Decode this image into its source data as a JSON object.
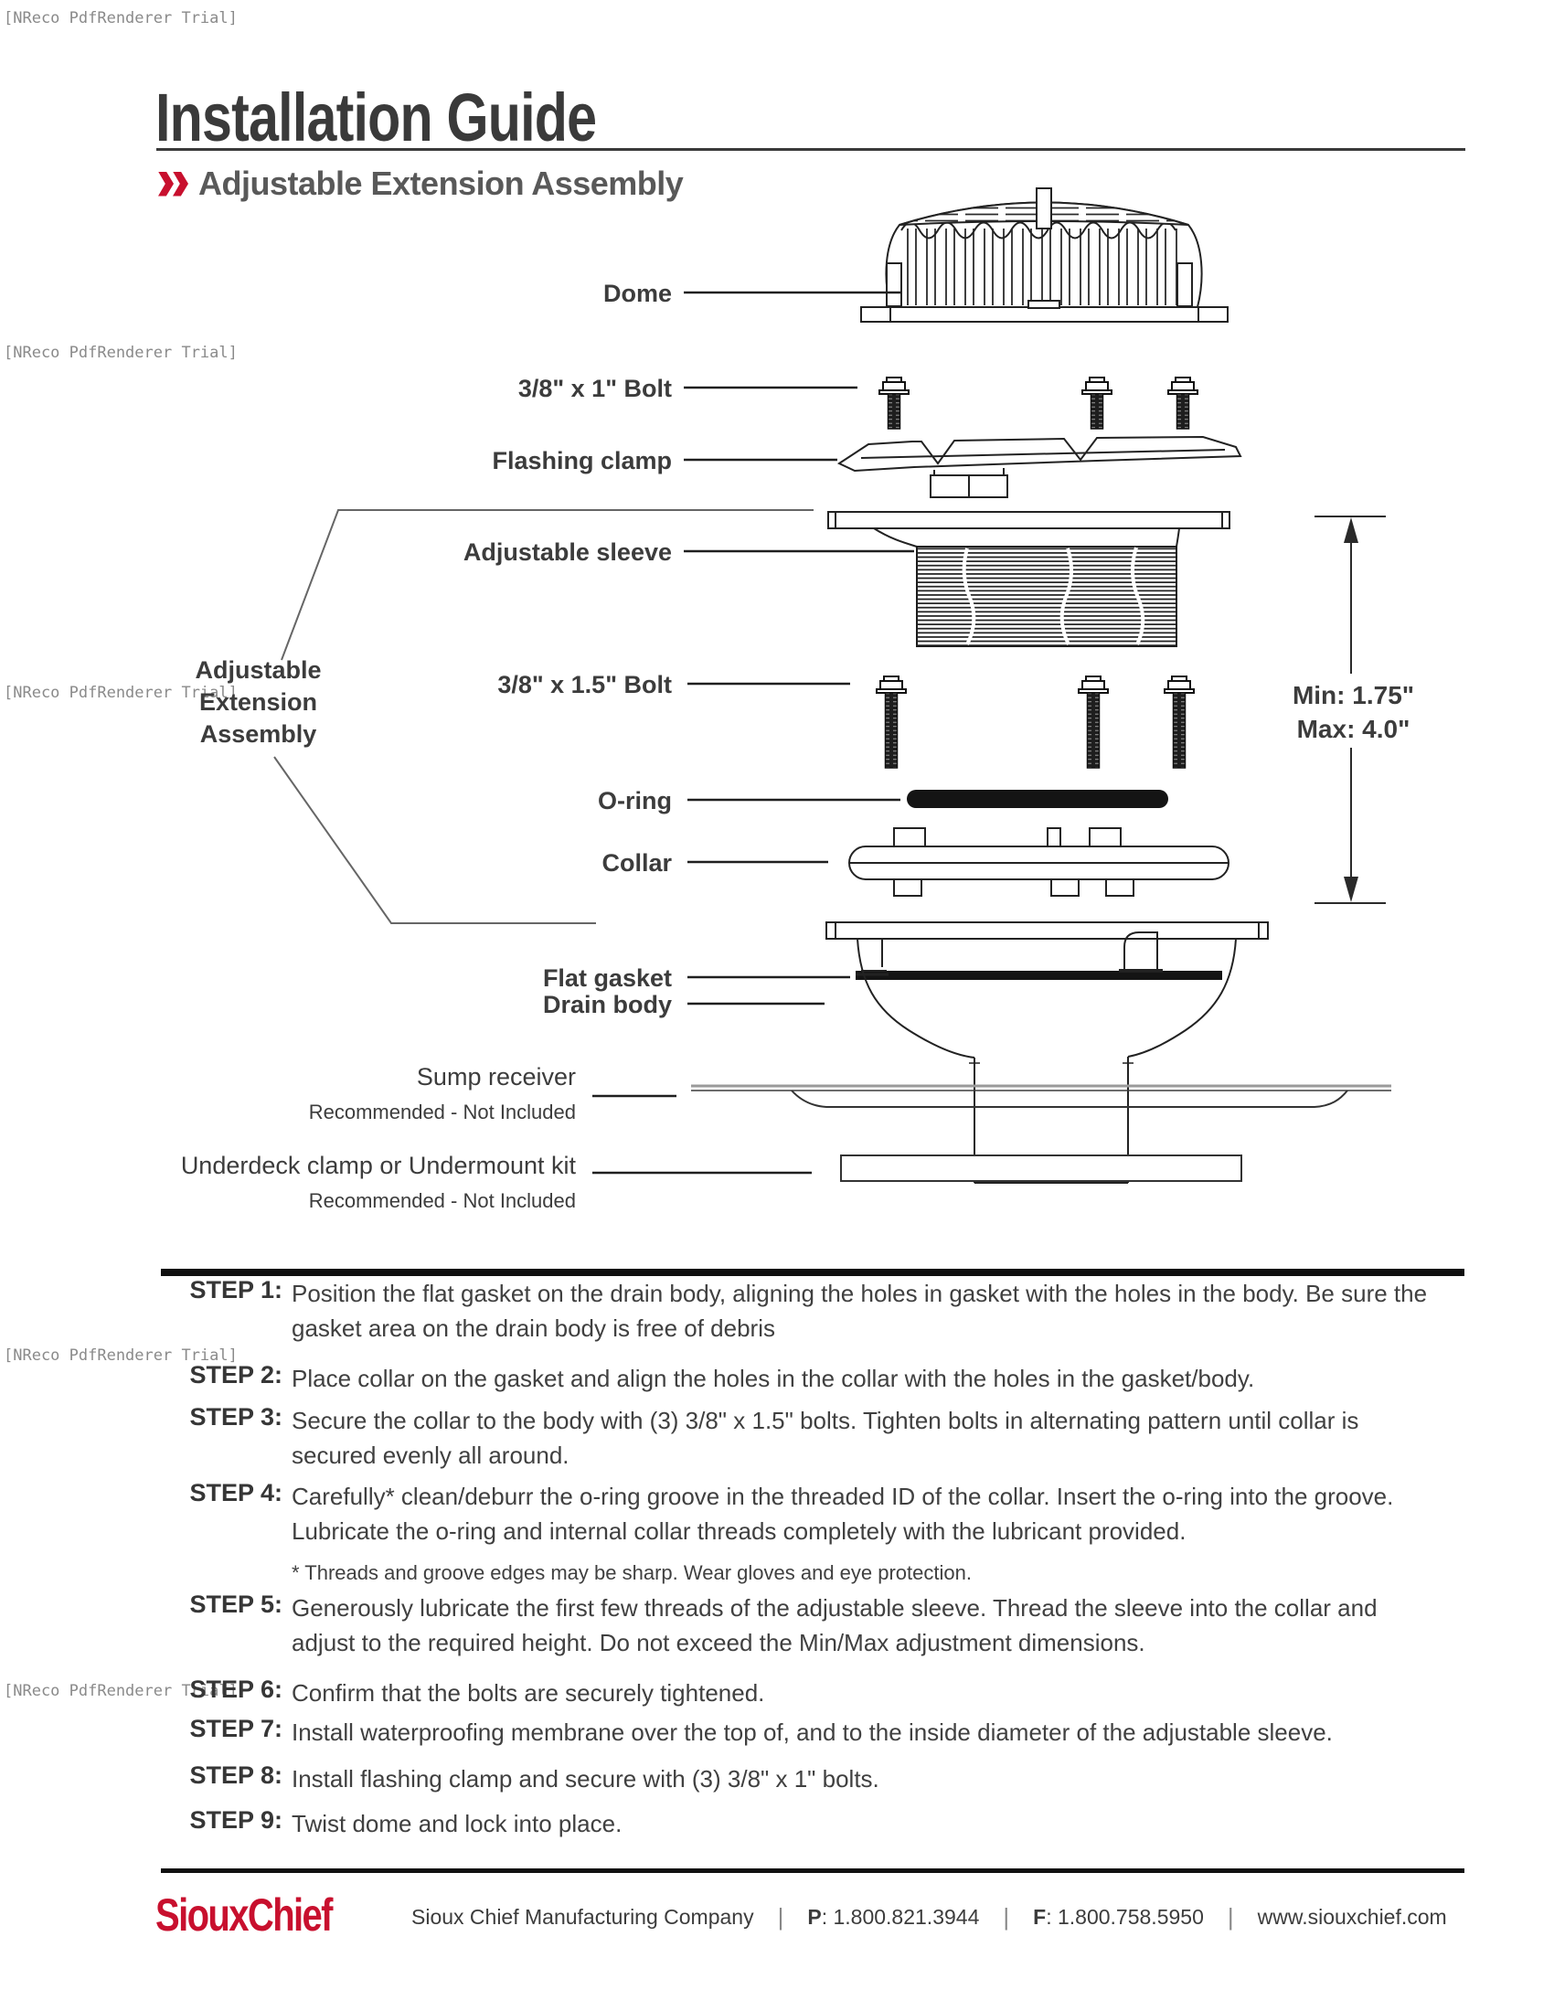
{
  "watermark": {
    "text": "[NReco PdfRenderer Trial]"
  },
  "header": {
    "title": "Installation Guide",
    "subtitle": "Adjustable Extension Assembly",
    "accent_color": "#c8102e"
  },
  "diagram": {
    "labels": {
      "dome": "Dome",
      "bolt_1in": "3/8\" x 1\" Bolt",
      "flashing_clamp": "Flashing clamp",
      "adjustable_sleeve": "Adjustable sleeve",
      "bolt_1_5in": "3/8\" x 1.5\" Bolt",
      "o_ring": "O-ring",
      "collar": "Collar",
      "flat_gasket": "Flat gasket",
      "drain_body": "Drain body",
      "sump_receiver": "Sump receiver",
      "underdeck": "Underdeck clamp or Undermount kit",
      "not_included_note": "Recommended - Not Included"
    },
    "assembly_bracket": {
      "line1": "Adjustable",
      "line2": "Extension",
      "line3": "Assembly"
    },
    "dimension": {
      "min": "Min: 1.75\"",
      "max": "Max: 4.0\""
    }
  },
  "steps": [
    {
      "label": "STEP 1:",
      "text": "Position the flat gasket on the drain body, aligning the holes in gasket with the holes in the body. Be sure the gasket area on the drain body is free of debris"
    },
    {
      "label": "STEP 2:",
      "text": "Place collar on the gasket and align the holes in the collar with the holes in the gasket/body."
    },
    {
      "label": "STEP 3:",
      "text": "Secure the collar to the body with (3) 3/8\" x 1.5\" bolts. Tighten bolts in alternating pattern until collar is secured evenly all around."
    },
    {
      "label": "STEP 4:",
      "text": "Carefully* clean/deburr the o-ring groove in the threaded ID of the collar. Insert the o-ring into the groove. Lubricate the o-ring and internal collar threads completely with the lubricant provided.",
      "note": "* Threads and groove edges may be sharp. Wear gloves and eye protection."
    },
    {
      "label": "STEP 5:",
      "text": "Generously lubricate the first few threads of the adjustable sleeve. Thread the sleeve into the collar and adjust to the required height. Do not exceed the Min/Max adjustment dimensions."
    },
    {
      "label": "STEP 6:",
      "text": "Confirm that the bolts are securely tightened."
    },
    {
      "label": "STEP 7:",
      "text": "Install waterproofing membrane over the top of, and to the inside diameter of the adjustable sleeve."
    },
    {
      "label": "STEP 8:",
      "text": "Install flashing clamp and secure with (3) 3/8\" x 1\" bolts."
    },
    {
      "label": "STEP 9:",
      "text": "Twist dome and lock into place."
    }
  ],
  "footer": {
    "logo": "SiouxChief",
    "company": "Sioux Chief Manufacturing Company",
    "phone_label": "P",
    "phone": ": 1.800.821.3944",
    "fax_label": "F",
    "fax": ": 1.800.758.5950",
    "website": "www.siouxchief.com",
    "separator": "|",
    "brand_color": "#c8102e"
  }
}
